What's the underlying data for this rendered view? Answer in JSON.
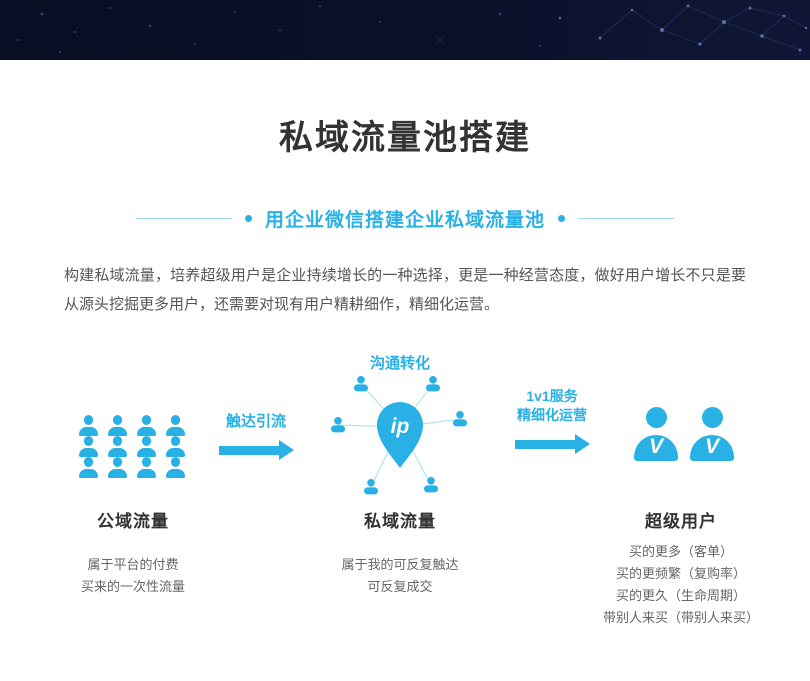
{
  "colors": {
    "accent": "#29b1e6",
    "title_text": "#333333",
    "body_text": "#555555",
    "muted_text": "#666666",
    "banner_background": "#0b102a"
  },
  "title": "私域流量池搭建",
  "subtitle": "用企业微信搭建企业私域流量池",
  "intro": "构建私域流量，培养超级用户是企业持续增长的一种选择，更是一种经营态度，做好用户增长不只是要从源头挖掘更多用户，还需要对现有用户精耕细作，精细化运营。",
  "diagram": {
    "stage1": {
      "label": "公域流量",
      "desc_lines": [
        "属于平台的付费",
        "买来的一次性流量"
      ]
    },
    "arrow1": {
      "label": "触达引流"
    },
    "stage2": {
      "top_label": "沟通转化",
      "pin_text": "ip",
      "label": "私域流量",
      "desc_lines": [
        "属于我的可反复触达",
        "可反复成交"
      ]
    },
    "arrow2": {
      "label_lines": [
        "1v1服务",
        "精细化运营"
      ]
    },
    "stage3": {
      "label": "超级用户",
      "person_letter": "V",
      "desc_lines": [
        "买的更多（客单）",
        "买的更频繁（复购率）",
        "买的更久（生命周期）",
        "带别人来买（带别人来买）"
      ]
    }
  }
}
